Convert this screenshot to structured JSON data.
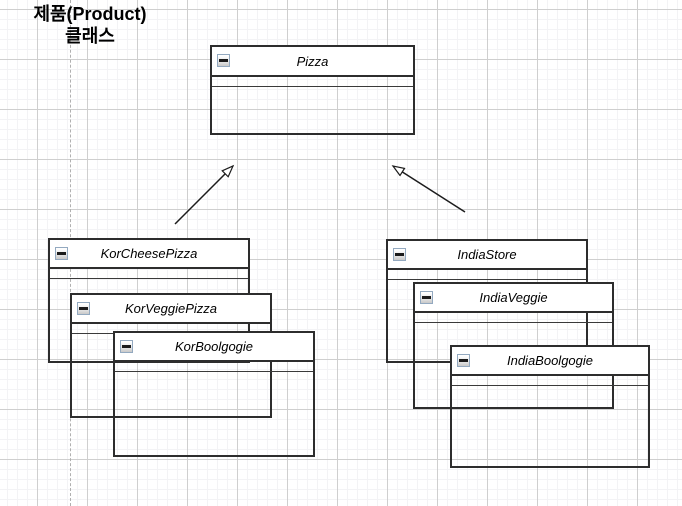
{
  "annotation": {
    "line1": "제품(Product)",
    "line2": "클래스"
  },
  "classes": [
    {
      "name": "Pizza"
    },
    {
      "name": "KorCheesePizza"
    },
    {
      "name": "KorVeggiePizza"
    },
    {
      "name": "KorBoolgogie"
    },
    {
      "name": "IndiaStore"
    },
    {
      "name": "IndiaVeggie"
    },
    {
      "name": "IndiaBoolgogie"
    }
  ],
  "relationships": [
    {
      "type": "generalization-arrow",
      "points_to": "Pizza",
      "side": "left"
    },
    {
      "type": "generalization-arrow",
      "points_to": "Pizza",
      "side": "right"
    }
  ],
  "colors": {
    "shape_line": "#2d2d2d",
    "arrow_line": "#1c1c1c",
    "grid_major": "#cfcfcf",
    "grid_minor": "#f3f3f5",
    "guide_line": "#b0b0b0",
    "collapse_border": "#93a9c0"
  }
}
